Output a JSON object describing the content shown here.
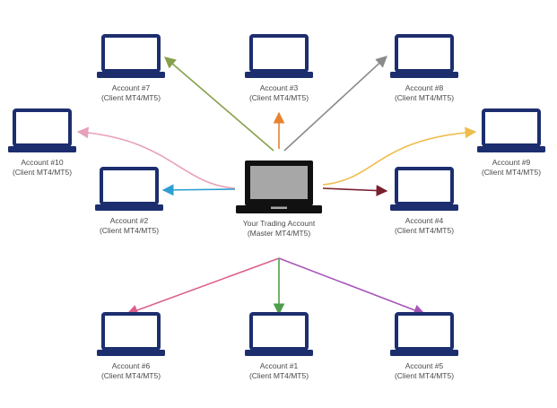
{
  "master": {
    "title": "Your Trading Account",
    "subtitle": "(Master MT4/MT5)",
    "icon": "laptop-icon",
    "color": "#111111"
  },
  "clients": [
    {
      "id": "account-7",
      "title": "Account #7",
      "subtitle": "(Client MT4/MT5)",
      "icon": "laptop-icon",
      "arrow_color": "#86a04a"
    },
    {
      "id": "account-3",
      "title": "Account #3",
      "subtitle": "(Client MT4/MT5)",
      "icon": "laptop-icon",
      "arrow_color": "#e8822e"
    },
    {
      "id": "account-8",
      "title": "Account #8",
      "subtitle": "(Client MT4/MT5)",
      "icon": "laptop-icon",
      "arrow_color": "#8a8a8a"
    },
    {
      "id": "account-10",
      "title": "Account #10",
      "subtitle": "(Client MT4/MT5)",
      "icon": "laptop-icon",
      "arrow_color": "#e8a0bb"
    },
    {
      "id": "account-9",
      "title": "Account #9",
      "subtitle": "(Client MT4/MT5)",
      "icon": "laptop-icon",
      "arrow_color": "#efbd4e"
    },
    {
      "id": "account-2",
      "title": "Account #2",
      "subtitle": "(Client MT4/MT5)",
      "icon": "laptop-icon",
      "arrow_color": "#2f9ed2"
    },
    {
      "id": "account-4",
      "title": "Account #4",
      "subtitle": "(Client MT4/MT5)",
      "icon": "laptop-icon",
      "arrow_color": "#7a1f2e"
    },
    {
      "id": "account-6",
      "title": "Account #6",
      "subtitle": "(Client MT4/MT5)",
      "icon": "laptop-icon",
      "arrow_color": "#dd5f8e"
    },
    {
      "id": "account-1",
      "title": "Account #1",
      "subtitle": "(Client MT4/MT5)",
      "icon": "laptop-icon",
      "arrow_color": "#4e9e4e"
    },
    {
      "id": "account-5",
      "title": "Account #5",
      "subtitle": "(Client MT4/MT5)",
      "icon": "laptop-icon",
      "arrow_color": "#a855b8"
    }
  ],
  "colors": {
    "client_laptop": "#1c2e6e",
    "label_text": "#4a4a4a",
    "master_screen": "#a7a7a7"
  }
}
